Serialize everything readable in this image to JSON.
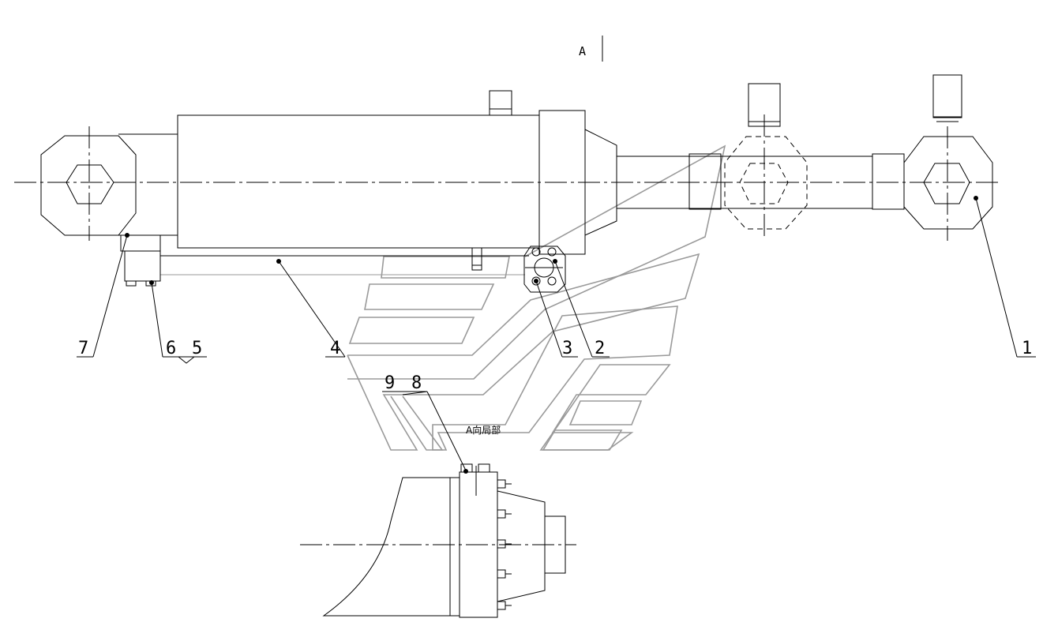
{
  "view_label": "A",
  "view_caption": "A向局部",
  "labels": {
    "p1": "1",
    "p2": "2",
    "p3": "3",
    "p4": "4",
    "p5": "5",
    "p6": "6",
    "p7": "7",
    "p8": "8",
    "p9": "9"
  },
  "colors": {
    "line": "#000000",
    "watermark": "#9a9a9a",
    "background": "#ffffff"
  }
}
